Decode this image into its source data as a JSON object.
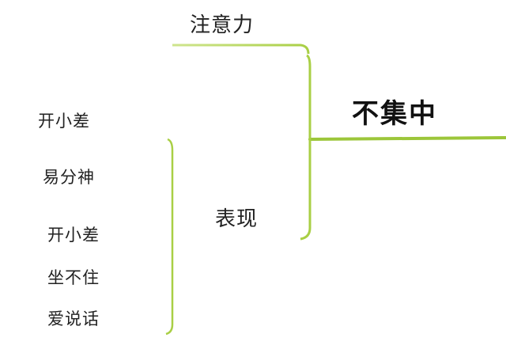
{
  "mindmap": {
    "root": "不集中",
    "branches": [
      {
        "label": "注意力",
        "children": []
      },
      {
        "label": "表现",
        "children": [
          "开小差",
          "易分神",
          "开小差",
          "坐不住",
          "爱说话"
        ]
      }
    ]
  },
  "colors": {
    "line": "#b5d65a",
    "line_dark": "#8fbf2a",
    "text": "#222222"
  }
}
